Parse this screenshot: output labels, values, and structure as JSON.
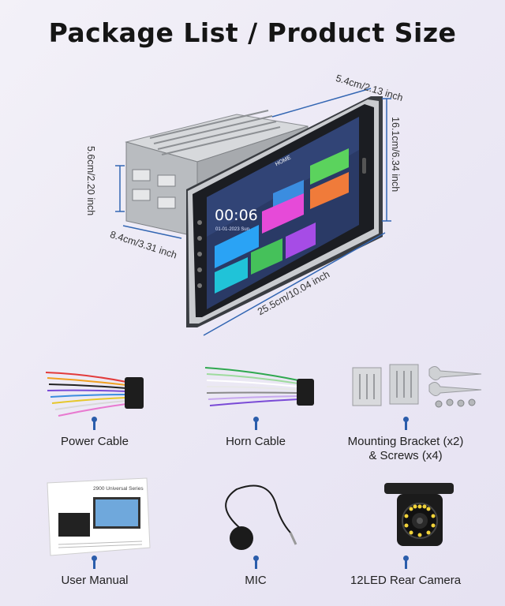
{
  "title": "Package List / Product Size",
  "dimensions": {
    "depth": "5.4cm/2.13 inch",
    "height": "16.1cm/6.34 inch",
    "chassis_height": "5.6cm/2.20 inch",
    "chassis_width": "8.4cm/3.31 inch",
    "width": "25.5cm/10.04 inch"
  },
  "screen": {
    "home_label": "HOME",
    "clock": "00:06",
    "date": "01-01-2023",
    "day": "Sun"
  },
  "items": [
    {
      "label": "Power Cable"
    },
    {
      "label": "Horn Cable"
    },
    {
      "label_line1": "Mounting Bracket (x2)",
      "label_line2": "& Screws (x4)"
    },
    {
      "label": "User Manual"
    },
    {
      "label": "MIC"
    },
    {
      "label": "12LED Rear Camera"
    }
  ],
  "manual": {
    "cover_title": "2900 Universal Series"
  },
  "colors": {
    "accent": "#2b5dab",
    "dim_line": "#3366b3"
  }
}
